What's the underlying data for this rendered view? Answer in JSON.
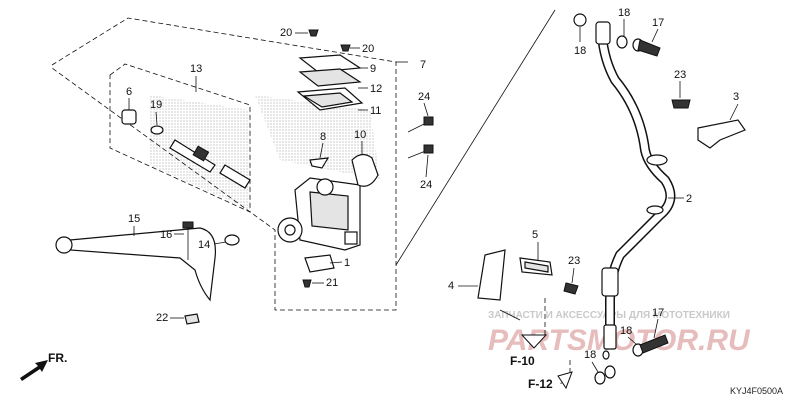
{
  "diagram": {
    "code": "KYJ4F0500A",
    "watermark_top": "ЗАПЧАСТИ И АКСЕССУАРЫ ДЛЯ МОТОТЕХНИКИ",
    "watermark_logo": "PARTSMOTOR.RU",
    "front_label": "FR.",
    "refs": [
      "F-10",
      "F-12"
    ],
    "callouts": [
      {
        "id": "c1",
        "label": "1"
      },
      {
        "id": "c2",
        "label": "2"
      },
      {
        "id": "c3",
        "label": "3"
      },
      {
        "id": "c4",
        "label": "4"
      },
      {
        "id": "c5",
        "label": "5"
      },
      {
        "id": "c6",
        "label": "6"
      },
      {
        "id": "c7",
        "label": "7"
      },
      {
        "id": "c8",
        "label": "8"
      },
      {
        "id": "c9",
        "label": "9"
      },
      {
        "id": "c10",
        "label": "10"
      },
      {
        "id": "c11",
        "label": "11"
      },
      {
        "id": "c12",
        "label": "12"
      },
      {
        "id": "c13",
        "label": "13"
      },
      {
        "id": "c14",
        "label": "14"
      },
      {
        "id": "c15",
        "label": "15"
      },
      {
        "id": "c16",
        "label": "16"
      },
      {
        "id": "c17a",
        "label": "17"
      },
      {
        "id": "c17b",
        "label": "17"
      },
      {
        "id": "c18a",
        "label": "18"
      },
      {
        "id": "c18b",
        "label": "18"
      },
      {
        "id": "c18c",
        "label": "18"
      },
      {
        "id": "c18d",
        "label": "18"
      },
      {
        "id": "c19",
        "label": "19"
      },
      {
        "id": "c20a",
        "label": "20"
      },
      {
        "id": "c20b",
        "label": "20"
      },
      {
        "id": "c21",
        "label": "21"
      },
      {
        "id": "c22",
        "label": "22"
      },
      {
        "id": "c23a",
        "label": "23"
      },
      {
        "id": "c23b",
        "label": "23"
      },
      {
        "id": "c24a",
        "label": "24"
      },
      {
        "id": "c24b",
        "label": "24"
      }
    ]
  }
}
